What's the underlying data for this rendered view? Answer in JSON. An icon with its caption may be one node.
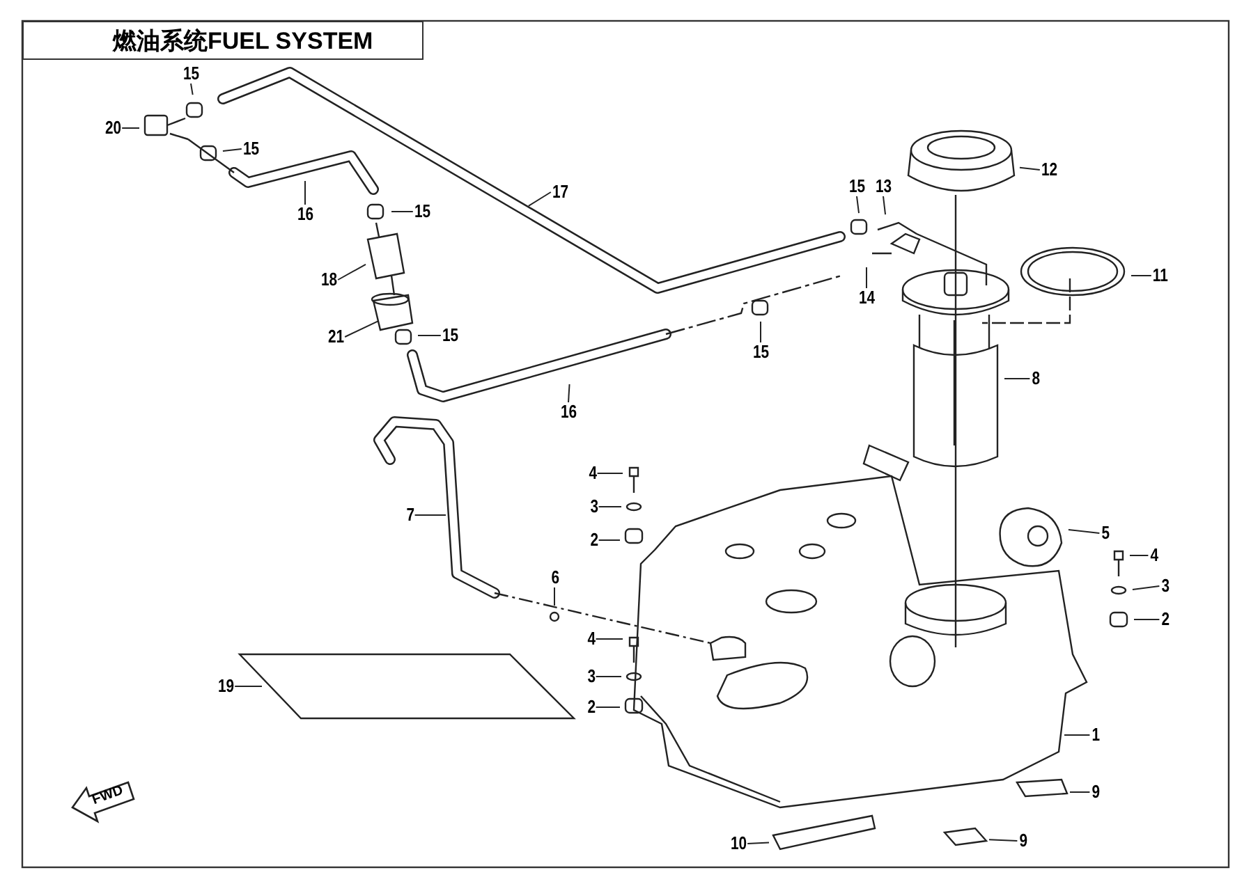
{
  "diagram": {
    "title": "燃油系统FUEL SYSTEM",
    "nodes": [
      {
        "text": [
          "15"
        ]
      },
      {
        "text": [
          "20"
        ]
      },
      {
        "text": [
          "15"
        ]
      },
      {
        "text": [
          "16"
        ]
      },
      {
        "text": [
          "15"
        ]
      },
      {
        "text": [
          "17"
        ]
      },
      {
        "text": [
          "18"
        ]
      },
      {
        "text": [
          "21"
        ]
      },
      {
        "text": [
          "15"
        ]
      },
      {
        "text": [
          "16"
        ]
      },
      {
        "text": [
          "7"
        ]
      },
      {
        "text": [
          "12"
        ]
      },
      {
        "text": [
          "15"
        ]
      },
      {
        "text": [
          "13"
        ]
      },
      {
        "text": [
          "11"
        ]
      },
      {
        "text": [
          "14"
        ]
      },
      {
        "text": [
          "15"
        ]
      },
      {
        "text": [
          "8"
        ]
      },
      {
        "text": [
          "4"
        ]
      },
      {
        "text": [
          "3"
        ]
      },
      {
        "text": [
          "2"
        ]
      },
      {
        "text": [
          "6"
        ]
      },
      {
        "text": [
          "5"
        ]
      },
      {
        "text": [
          "4"
        ]
      },
      {
        "text": [
          "3"
        ]
      },
      {
        "text": [
          "2"
        ]
      },
      {
        "text": [
          "4"
        ]
      },
      {
        "text": [
          "3"
        ]
      },
      {
        "text": [
          "2"
        ]
      },
      {
        "text": [
          "19"
        ]
      },
      {
        "text": [
          "1"
        ]
      },
      {
        "text": [
          "9"
        ]
      },
      {
        "text": [
          "10"
        ]
      },
      {
        "text": [
          "9"
        ]
      }
    ],
    "edges": [
      {
        "from": 0,
        "to": null,
        "arrow": "none"
      },
      {
        "from": 1,
        "to": null,
        "arrow": "none"
      },
      {
        "from": 2,
        "to": null,
        "arrow": "none"
      },
      {
        "from": 3,
        "to": null,
        "arrow": "none"
      },
      {
        "from": 4,
        "to": null,
        "arrow": "none"
      },
      {
        "from": 5,
        "to": null,
        "arrow": "none"
      },
      {
        "from": 6,
        "to": null,
        "arrow": "none"
      },
      {
        "from": 7,
        "to": null,
        "arrow": "none"
      },
      {
        "from": 8,
        "to": null,
        "arrow": "none"
      },
      {
        "from": 9,
        "to": null,
        "arrow": "none"
      },
      {
        "from": 10,
        "to": null,
        "arrow": "none"
      },
      {
        "from": 11,
        "to": null,
        "arrow": "none"
      },
      {
        "from": 12,
        "to": null,
        "arrow": "none"
      },
      {
        "from": 13,
        "to": null,
        "arrow": "none"
      },
      {
        "from": 14,
        "to": null,
        "arrow": "none"
      },
      {
        "from": 15,
        "to": null,
        "arrow": "none"
      },
      {
        "from": 16,
        "to": null,
        "arrow": "none"
      },
      {
        "from": 17,
        "to": null,
        "arrow": "none"
      },
      {
        "from": 18,
        "to": null,
        "arrow": "none"
      },
      {
        "from": 19,
        "to": null,
        "arrow": "none"
      },
      {
        "from": 20,
        "to": null,
        "arrow": "none"
      },
      {
        "from": 21,
        "to": null,
        "arrow": "none"
      },
      {
        "from": 22,
        "to": null,
        "arrow": "none"
      },
      {
        "from": 23,
        "to": null,
        "arrow": "none"
      },
      {
        "from": 24,
        "to": null,
        "arrow": "none"
      },
      {
        "from": 25,
        "to": null,
        "arrow": "none"
      },
      {
        "from": 26,
        "to": null,
        "arrow": "none"
      },
      {
        "from": 27,
        "to": null,
        "arrow": "none"
      },
      {
        "from": 28,
        "to": null,
        "arrow": "none"
      },
      {
        "from": 29,
        "to": null,
        "arrow": "none"
      },
      {
        "from": 30,
        "to": null,
        "arrow": "none"
      },
      {
        "from": 31,
        "to": null,
        "arrow": "none"
      },
      {
        "from": 32,
        "to": null,
        "arrow": "none"
      },
      {
        "from": 33,
        "to": null,
        "arrow": "none"
      }
    ],
    "labels": [
      "FWD"
    ]
  }
}
